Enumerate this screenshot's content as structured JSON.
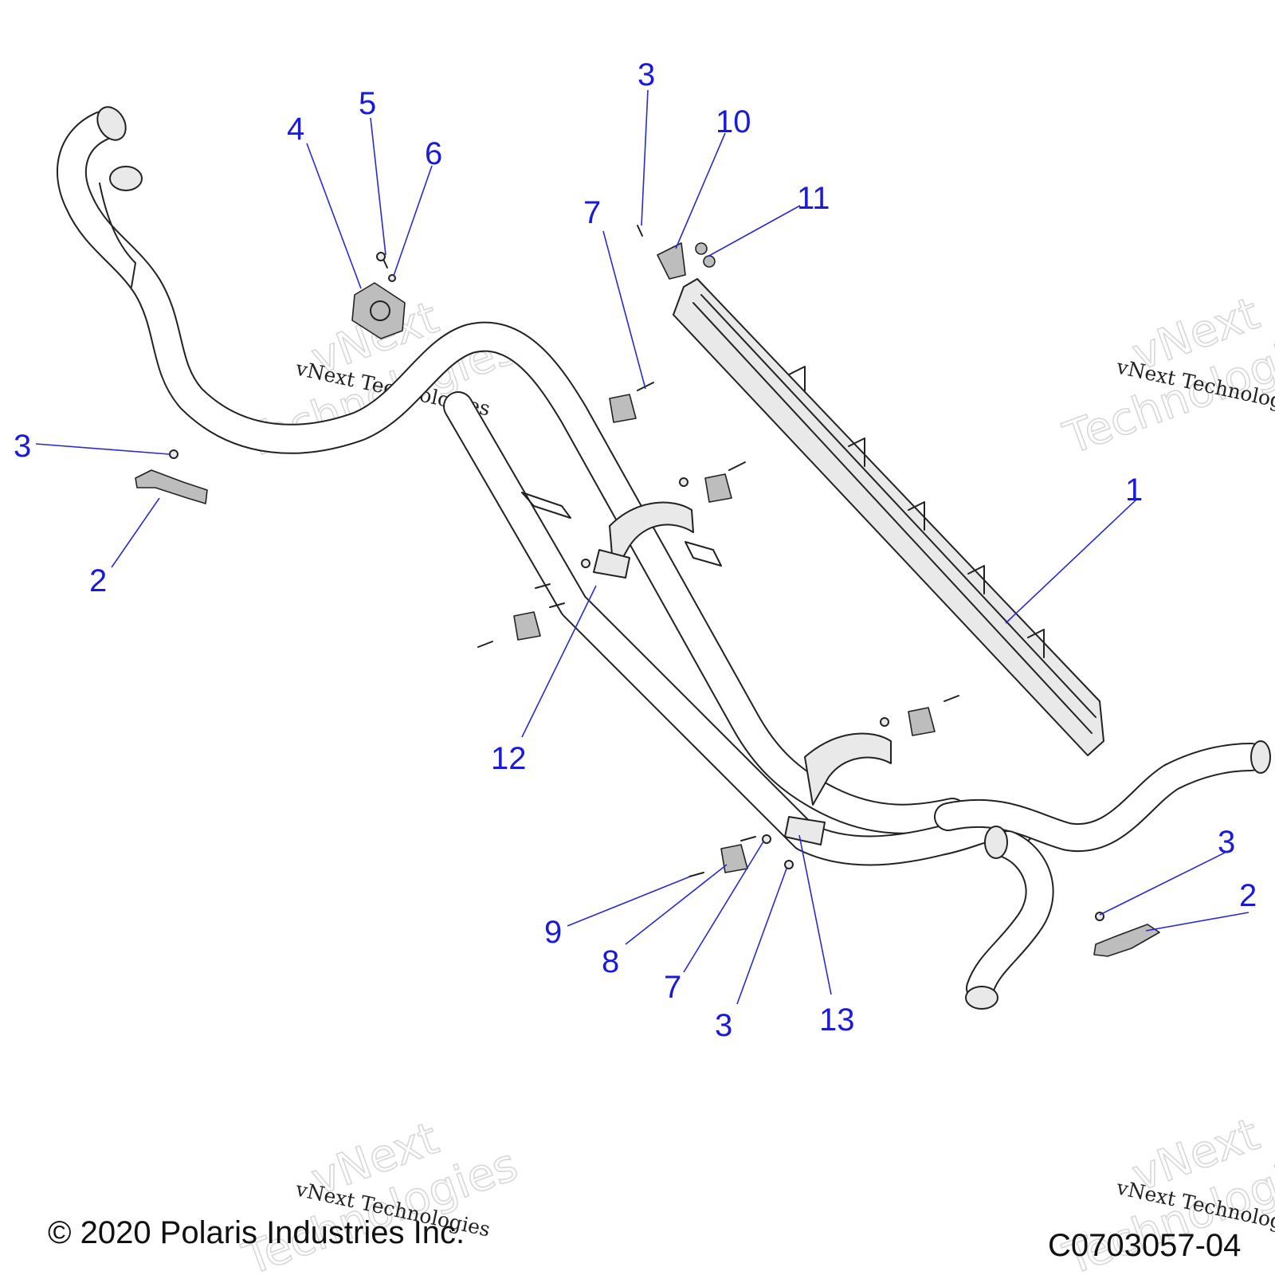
{
  "watermark": {
    "line1": "vNext",
    "line2": "Technologies",
    "caption": "vNext Technologies"
  },
  "callouts": [
    {
      "id": "1",
      "label": "1"
    },
    {
      "id": "2a",
      "label": "2"
    },
    {
      "id": "2b",
      "label": "2"
    },
    {
      "id": "3a",
      "label": "3"
    },
    {
      "id": "3b",
      "label": "3"
    },
    {
      "id": "3c",
      "label": "3"
    },
    {
      "id": "3d",
      "label": "3"
    },
    {
      "id": "4",
      "label": "4"
    },
    {
      "id": "5",
      "label": "5"
    },
    {
      "id": "6",
      "label": "6"
    },
    {
      "id": "7a",
      "label": "7"
    },
    {
      "id": "7b",
      "label": "7"
    },
    {
      "id": "8",
      "label": "8"
    },
    {
      "id": "9",
      "label": "9"
    },
    {
      "id": "10",
      "label": "10"
    },
    {
      "id": "11",
      "label": "11"
    },
    {
      "id": "12",
      "label": "12"
    },
    {
      "id": "13",
      "label": "13"
    }
  ],
  "footer": {
    "copyright": "© 2020 Polaris Industries Inc.",
    "drawing_number": "C0703057-04"
  },
  "colors": {
    "callout": "#1a1adc",
    "line_art": "#222222",
    "watermark": "#d8d8d8"
  }
}
